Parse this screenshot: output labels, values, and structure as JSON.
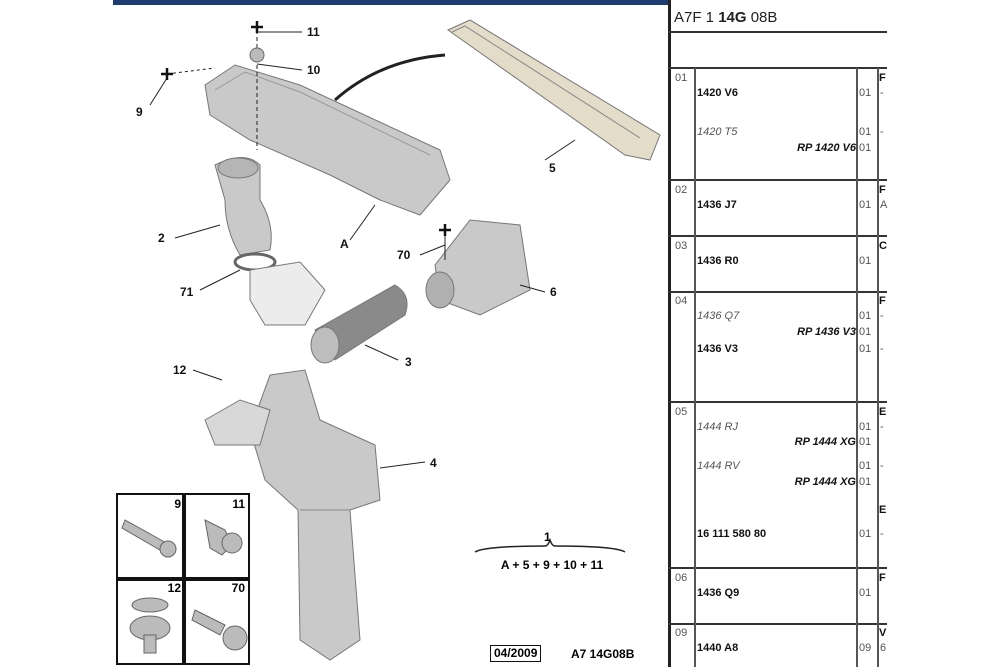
{
  "diagram": {
    "callouts": [
      "11",
      "10",
      "9",
      "5",
      "2",
      "A",
      "70",
      "6",
      "71",
      "3",
      "12",
      "4"
    ],
    "insets": [
      {
        "label": "9"
      },
      {
        "label": "11"
      },
      {
        "label": "12"
      },
      {
        "label": "70"
      }
    ],
    "kit_label": "1",
    "kit_formula": "A + 5 + 9 + 10 + 11",
    "date": "04/2009",
    "reference": "A7 14G08B",
    "accent_color": "#1f3b73"
  },
  "table": {
    "title_prefix": "A7F 1 ",
    "title_bold": "14G",
    "title_suffix": " 08B",
    "rows": [
      {
        "index": "01",
        "lines": [
          {
            "ref": "1420 V6",
            "style": "bold",
            "qty": "01",
            "tail": "-"
          },
          {
            "ref": "1420 T5",
            "style": "italic",
            "qty": "01",
            "tail": "-"
          },
          {
            "ref": "RP 1420 V6",
            "style": "rp",
            "qty": "01",
            "tail": ""
          }
        ],
        "desc": "F"
      },
      {
        "index": "02",
        "lines": [
          {
            "ref": "1436 J7",
            "style": "bold",
            "qty": "01",
            "tail": "A"
          }
        ],
        "desc": "F"
      },
      {
        "index": "03",
        "lines": [
          {
            "ref": "1436 R0",
            "style": "bold",
            "qty": "01",
            "tail": ""
          }
        ],
        "desc": "C"
      },
      {
        "index": "04",
        "lines": [
          {
            "ref": "1436 Q7",
            "style": "italic",
            "qty": "01",
            "tail": "-"
          },
          {
            "ref": "RP 1436 V3",
            "style": "rp",
            "qty": "01",
            "tail": ""
          },
          {
            "ref": "1436 V3",
            "style": "bold",
            "qty": "01",
            "tail": "-"
          }
        ],
        "desc": "F"
      },
      {
        "index": "05",
        "lines": [
          {
            "ref": "1444 RJ",
            "style": "italic",
            "qty": "01",
            "tail": "-"
          },
          {
            "ref": "RP 1444 XG",
            "style": "rp",
            "qty": "01",
            "tail": ""
          },
          {
            "ref": "1444 RV",
            "style": "italic",
            "qty": "01",
            "tail": "-"
          },
          {
            "ref": "RP 1444 XG",
            "style": "rp",
            "qty": "01",
            "tail": ""
          },
          {
            "ref": "16 111 580 80",
            "style": "bold",
            "qty": "01",
            "tail": "-"
          }
        ],
        "desc": "E",
        "desc2": "E"
      },
      {
        "index": "06",
        "lines": [
          {
            "ref": "1436 Q9",
            "style": "bold",
            "qty": "01",
            "tail": ""
          }
        ],
        "desc": "F"
      },
      {
        "index": "09",
        "lines": [
          {
            "ref": "1440 A8",
            "style": "bold",
            "qty": "09",
            "tail": "6"
          }
        ],
        "desc": "V"
      }
    ]
  }
}
